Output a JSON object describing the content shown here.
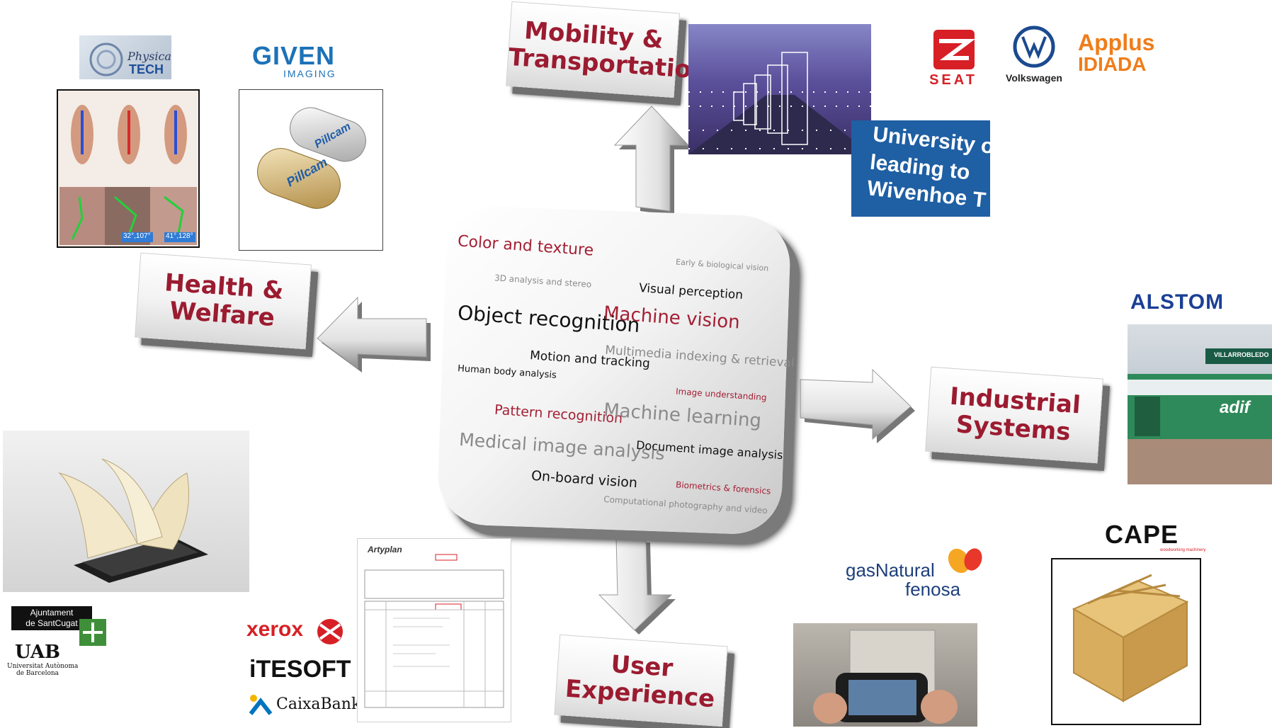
{
  "sectors": {
    "mobility": [
      "Mobility &",
      "Transportation"
    ],
    "health": [
      "Health &",
      "Welfare"
    ],
    "industrial": [
      "Industrial",
      "Systems"
    ],
    "ux": [
      "User",
      "Experience"
    ]
  },
  "core_keywords": [
    "Color and texture",
    "Early & biological vision",
    "3D analysis and stereo",
    "Visual perception",
    "Object recognition",
    "Machine vision",
    "Multimedia indexing & retrieval",
    "Motion and tracking",
    "Human body analysis",
    "Image understanding",
    "Pattern recognition",
    "Machine learning",
    "Medical image analysis",
    "Document image analysis",
    "On-board vision",
    "Biometrics & forensics",
    "Computational photography and video"
  ],
  "logos": {
    "physical_tech": [
      "Physical",
      "TECH"
    ],
    "given": [
      "GIVEN",
      "IMAGING"
    ],
    "pillcam": "Pillcam",
    "seat": "SEAT",
    "volkswagen": "Volkswagen",
    "applus": [
      "Applus",
      "IDIADA"
    ],
    "alstom": "ALSTOM",
    "adif": "adif",
    "station_sign": "VILLARROBLEDO",
    "cape": "CAPE",
    "cape_tag": "woodworking machinery",
    "gas_natural": [
      "gasNatural",
      "fenosa"
    ],
    "xerox": "xerox",
    "itesoft": "iTESOFT",
    "caixabank": "CaixaBank",
    "ajuntament": [
      "Ajuntament",
      "de SantCugat"
    ],
    "uab": [
      "UAB",
      "Universitat Autònoma",
      "de Barcelona"
    ],
    "artyplan": "Artyplan",
    "angle_labels": [
      "32°,107°",
      "41°,128°"
    ],
    "sign_text": [
      "University o",
      "leading to",
      "Wivenhoe T"
    ]
  },
  "colors": {
    "sector_text": "#9b1b30",
    "core_red": "#a31f34"
  }
}
